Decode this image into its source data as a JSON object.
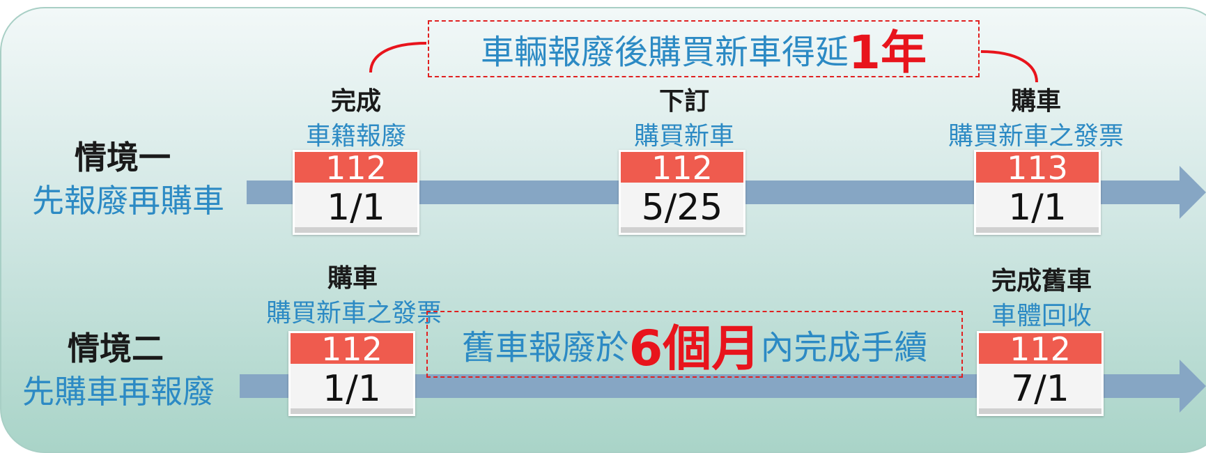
{
  "scenario1": {
    "title": "情境一",
    "subtitle": "先報廢再購車",
    "note": {
      "prefix": "車輛報廢後購買新車得延",
      "highlight": "1年",
      "suffix": ""
    },
    "events": [
      {
        "top_label": "完成",
        "blue_label": "車籍報廢",
        "year": "112",
        "date": "1/1"
      },
      {
        "top_label": "下訂",
        "blue_label": "購買新車",
        "year": "112",
        "date": "5/25"
      },
      {
        "top_label": "購車",
        "blue_label": "購買新車之發票",
        "year": "113",
        "date": "1/1"
      }
    ]
  },
  "scenario2": {
    "title": "情境二",
    "subtitle": "先購車再報廢",
    "note": {
      "prefix": "舊車報廢於",
      "highlight": "6個月",
      "suffix": "內完成手續"
    },
    "events": [
      {
        "top_label": "購車",
        "blue_label": "購買新車之發票",
        "year": "112",
        "date": "1/1"
      },
      {
        "top_label": "完成舊車",
        "blue_label": "車體回收",
        "year": "112",
        "date": "7/1"
      }
    ]
  },
  "colors": {
    "arrow": "#86a6c4",
    "calendar_header": "#ef5b4e",
    "blue_text": "#2c8ac4",
    "red_highlight": "#e8141c",
    "dashed_border": "#e02020"
  }
}
